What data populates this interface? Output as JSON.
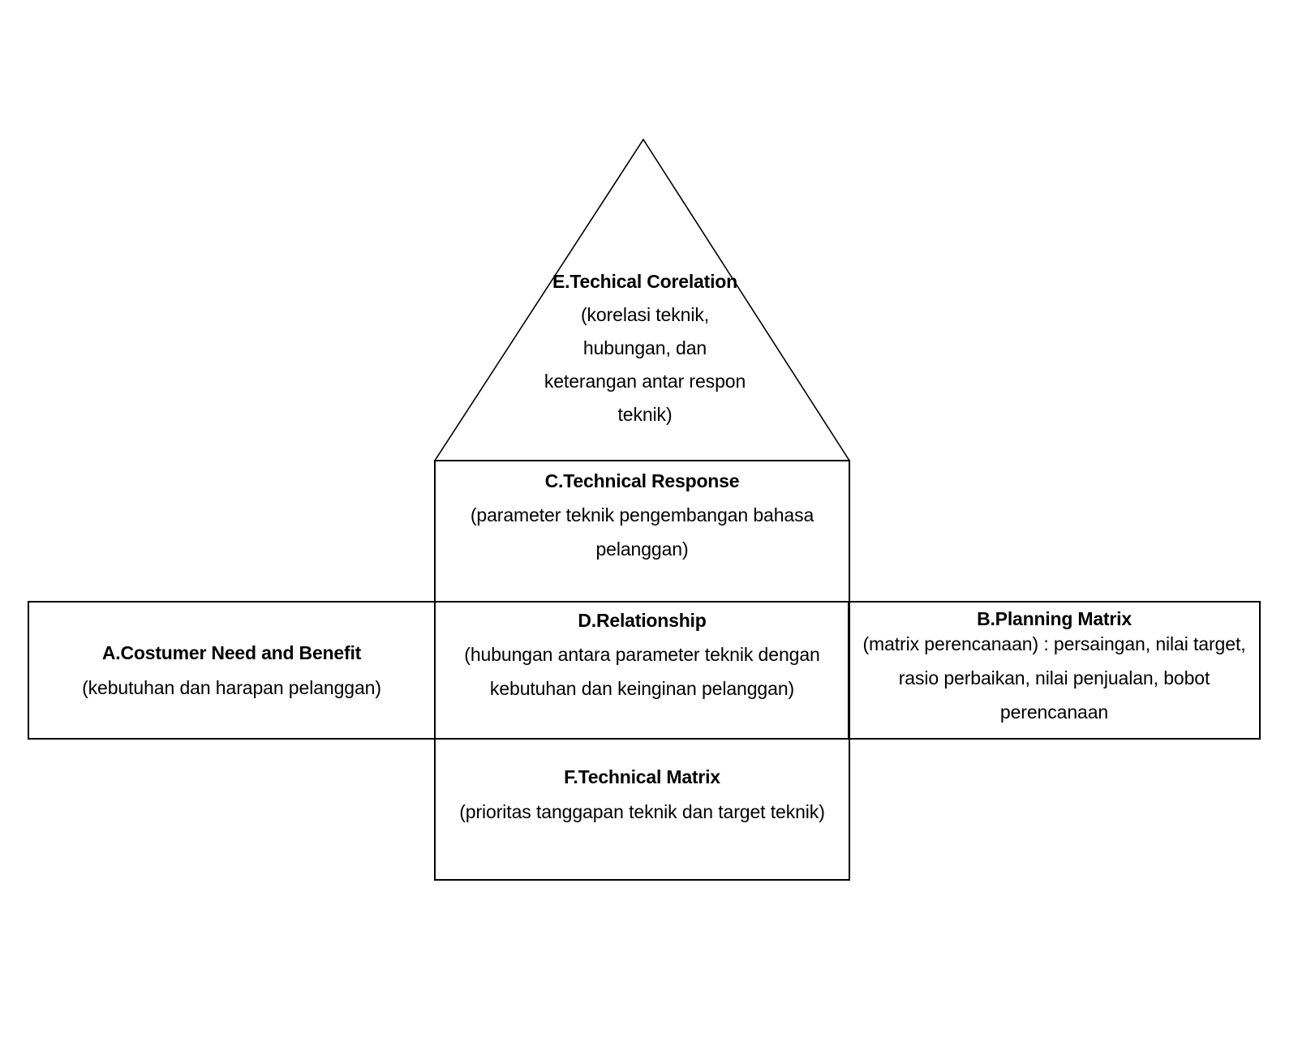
{
  "diagram": {
    "name": "House of Quality (QFD) structure diagram",
    "stroke_color": "#000000",
    "background_color": "#ffffff",
    "text_color": "#000000",
    "sections": {
      "e": {
        "title": "E.Techical Corelation",
        "lines": [
          "(korelasi teknik,",
          "hubungan, dan",
          "keterangan antar respon",
          "teknik)"
        ]
      },
      "c": {
        "title": "C.Technical Response",
        "lines": [
          "(parameter teknik pengembangan bahasa",
          "pelanggan)"
        ]
      },
      "a": {
        "title": "A.Costumer Need and Benefit",
        "lines": [
          "(kebutuhan dan harapan pelanggan)"
        ]
      },
      "d": {
        "title": "D.Relationship",
        "lines": [
          "(hubungan antara parameter teknik dengan",
          "kebutuhan dan keinginan pelanggan)"
        ]
      },
      "b": {
        "title": "B.Planning Matrix",
        "lines": [
          "(matrix perencanaan) : persaingan, nilai target,",
          "rasio perbaikan, nilai penjualan, bobot",
          "perencanaan"
        ]
      },
      "f": {
        "title": "F.Technical Matrix",
        "lines": [
          "(prioritas tanggapan teknik dan target teknik)"
        ]
      }
    }
  }
}
